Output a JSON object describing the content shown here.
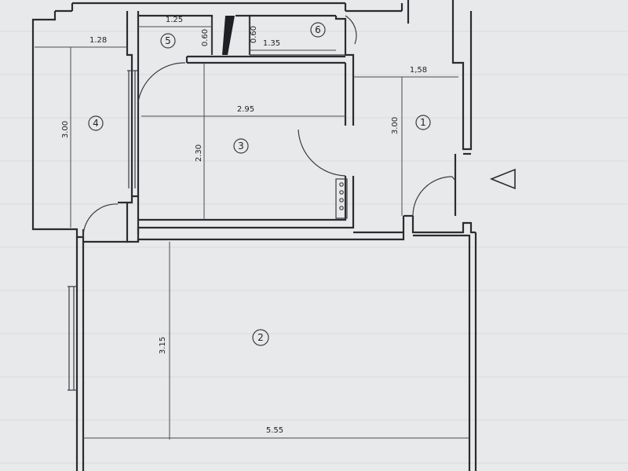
{
  "rooms": [
    {
      "id": "1"
    },
    {
      "id": "2"
    },
    {
      "id": "3"
    },
    {
      "id": "4"
    },
    {
      "id": "5"
    },
    {
      "id": "6"
    }
  ],
  "dimensions": {
    "room1_width": "1,58",
    "room1_height": "3.00",
    "room2_width": "5.55",
    "room2_height": "3.15",
    "room3_width": "2.95",
    "room3_height": "2.30",
    "room4_width": "1.28",
    "room4_height": "3.00",
    "room5_width": "1.25",
    "room5_depth": "0.60",
    "room6_width": "1.35",
    "room6_depth": "0.60"
  },
  "colors": {
    "line": "#2a2c30",
    "paper": "#e7e9ea"
  },
  "icons": {
    "entrance": "triangle-arrow-icon"
  }
}
